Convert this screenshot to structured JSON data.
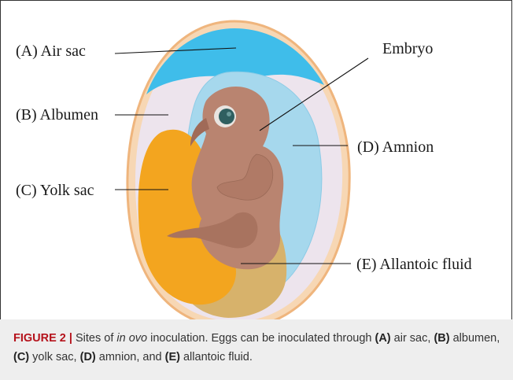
{
  "labels": {
    "air_sac": "(A) Air sac",
    "albumen": "(B) Albumen",
    "yolk_sac": "(C) Yolk sac",
    "embryo": "Embryo",
    "amnion": "(D) Amnion",
    "allantoic_fluid": "(E) Allantoic fluid"
  },
  "caption": {
    "figure_label": "FIGURE 2 |",
    "text_1": " Sites of ",
    "italic": "in ovo",
    "text_2": " inoculation. Eggs can be inoculated through ",
    "A": "(A)",
    "t_A": " air sac, ",
    "B": "(B)",
    "t_B": " albumen, ",
    "C": "(C)",
    "t_C": " yolk sac, ",
    "D": "(D)",
    "t_D": " amnion, and ",
    "E": "(E)",
    "t_E": " allantoic fluid."
  },
  "colors": {
    "shell": "#f4c08f",
    "albumen": "#ece3ec",
    "air_sac": "#3fbdea",
    "amnion": "#a9d8ec",
    "yolk": "#f2a21f",
    "allantoic": "#d9b46e",
    "embryo": "#b98470",
    "figure_label": "#b5121b"
  }
}
